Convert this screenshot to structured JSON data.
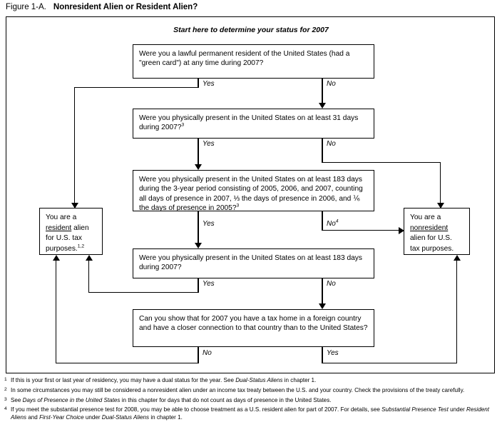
{
  "figure": {
    "label": "Figure 1-A.",
    "title": "Nonresident Alien or Resident Alien?",
    "start_caption": "Start here to determine your status for 2007"
  },
  "boxes": {
    "q1": {
      "id": "green-card-question",
      "text": "Were you a lawful permanent resident of the United States (had a \"green card\") at any time during 2007?",
      "yes_label": "Yes",
      "no_label": "No"
    },
    "q2": {
      "id": "present-31-days-question",
      "text": "Were you physically present in the United States on at least 31 days during 2007?",
      "footnote_marker": "3",
      "yes_label": "Yes",
      "no_label": "No"
    },
    "q3": {
      "id": "substantial-presence-question",
      "text": "Were you physically present in the United States on at least 183 days during the 3-year period consisting of 2005, 2006, and 2007, counting all days of presence in 2007, ⅓ the days of presence in 2006, and ⅙ the days of presence in 2005?",
      "footnote_marker": "3",
      "yes_label": "Yes",
      "no_label": "No",
      "no_footnote_marker": "4"
    },
    "q4": {
      "id": "present-183-days-question",
      "text": "Were you physically present in the United States on at least 183 days during 2007?",
      "yes_label": "Yes",
      "no_label": "No"
    },
    "q5": {
      "id": "closer-connection-question",
      "text": "Can you show that for 2007 you have a tax home in a foreign country and have a closer connection to that country than to the United States?",
      "no_label": "No",
      "yes_label": "Yes"
    },
    "resident": {
      "id": "resident-alien-result",
      "line1": "You are a",
      "emphasis": "resident",
      "line2_rest": " alien",
      "line3": "for U.S. tax",
      "line4": "purposes.",
      "footnote_marker": "1,2"
    },
    "nonresident": {
      "id": "nonresident-alien-result",
      "line1": "You are a",
      "emphasis": "nonresident",
      "line2": "alien for U.S.",
      "line3": "tax purposes."
    }
  },
  "footnotes": [
    {
      "marker": "1",
      "parts": [
        {
          "t": "If this is your first or last year of residency, you may have a dual status for the year. See ",
          "i": false
        },
        {
          "t": "Dual-Status Aliens",
          "i": true
        },
        {
          "t": " in chapter 1.",
          "i": false
        }
      ]
    },
    {
      "marker": "2",
      "parts": [
        {
          "t": "In some circumstances you may still be considered a nonresident alien under an income tax treaty between the U.S. and your country. Check the provisions of the treaty carefully.",
          "i": false
        }
      ]
    },
    {
      "marker": "3",
      "parts": [
        {
          "t": "See ",
          "i": false
        },
        {
          "t": "Days of Presence in the United States",
          "i": true
        },
        {
          "t": " in this chapter for days that do not count as days of presence in the United States.",
          "i": false
        }
      ]
    },
    {
      "marker": "4",
      "parts": [
        {
          "t": "If you meet the substantial presence test for 2008, you may be able to choose treatment as a U.S. resident alien for part of 2007. For details, see ",
          "i": false
        },
        {
          "t": "Substantial Presence Test",
          "i": true
        },
        {
          "t": " under ",
          "i": false
        },
        {
          "t": "Resident Aliens",
          "i": true
        },
        {
          "t": " and ",
          "i": false
        },
        {
          "t": "First-Year Choice",
          "i": true
        },
        {
          "t": " under ",
          "i": false
        },
        {
          "t": "Dual-Status Aliens",
          "i": true
        },
        {
          "t": " in chapter 1.",
          "i": false
        }
      ]
    }
  ],
  "colors": {
    "line": "#000000",
    "background": "#ffffff"
  }
}
